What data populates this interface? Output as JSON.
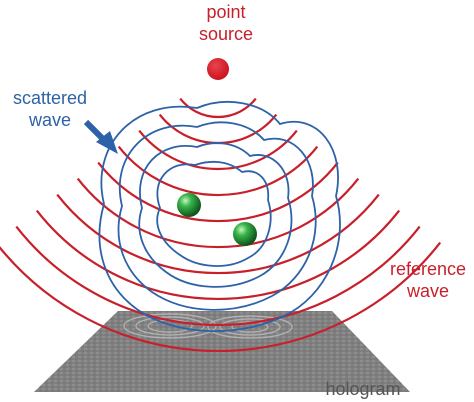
{
  "labels": {
    "point_source_line1": "point",
    "point_source_line2": "source",
    "scattered_line1": "scattered",
    "scattered_line2": "wave",
    "reference_line1": "reference",
    "reference_line2": "wave",
    "hologram": "hologram"
  },
  "colors": {
    "reference_wave": "#c8202b",
    "scattered_wave": "#2e62a8",
    "particles": "#1e8f2e",
    "hologram": "#8a8a8a",
    "label_gray": "#555555"
  }
}
